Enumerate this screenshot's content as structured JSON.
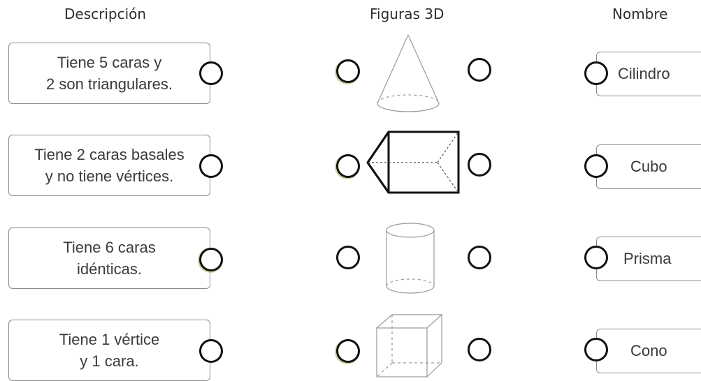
{
  "headers": {
    "description": "Descripción",
    "figures": "Figuras 3D",
    "name": "Nombre"
  },
  "descriptions": [
    "Tiene 5 caras y\n2 son triangulares.",
    "Tiene 2 caras basales\ny no tiene vértices.",
    "Tiene 6 caras\nidénticas.",
    "Tiene 1 vértice\ny 1 cara."
  ],
  "figures": [
    "cone-icon",
    "triangular-prism-icon",
    "cylinder-icon",
    "cube-icon"
  ],
  "names": [
    "Cilindro",
    "Cubo",
    "Prisma",
    "Cono"
  ]
}
